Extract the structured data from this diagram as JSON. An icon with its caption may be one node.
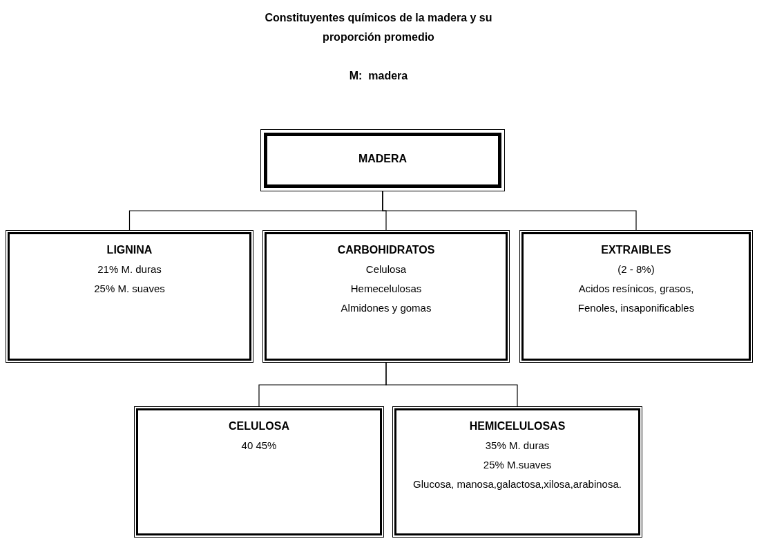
{
  "diagram": {
    "title": "Constituyentes químicos de la madera y su proporción promedio",
    "nodes": [
      {
        "text": [
          "MADERA"
        ]
      },
      {
        "text": [
          "LIGNINA",
          "21% M. duras",
          "25% M. suaves"
        ]
      },
      {
        "text": [
          "CARBOHIDRATOS",
          "Celulosa",
          "Hemecelulosas",
          "Almidones y gomas"
        ]
      },
      {
        "text": [
          "EXTRAIBLES",
          "(2 - 8%)",
          "Acidos resínicos, grasos,",
          "Fenoles, insaponificables"
        ]
      },
      {
        "text": [
          "CELULOSA",
          "40 45%"
        ]
      },
      {
        "text": [
          "HEMICELULOSAS",
          "35% M. duras",
          "25% M.suaves",
          "Glucosa, manosa,galactosa,xilosa,arabinosa."
        ]
      }
    ],
    "edges": [
      {
        "from": 0,
        "to": 1,
        "arrow": "none"
      },
      {
        "from": 0,
        "to": 2,
        "arrow": "none"
      },
      {
        "from": 0,
        "to": 3,
        "arrow": "none"
      },
      {
        "from": 2,
        "to": 4,
        "arrow": "none"
      },
      {
        "from": 2,
        "to": 5,
        "arrow": "none"
      }
    ],
    "labels": [
      "M:  madera"
    ]
  }
}
